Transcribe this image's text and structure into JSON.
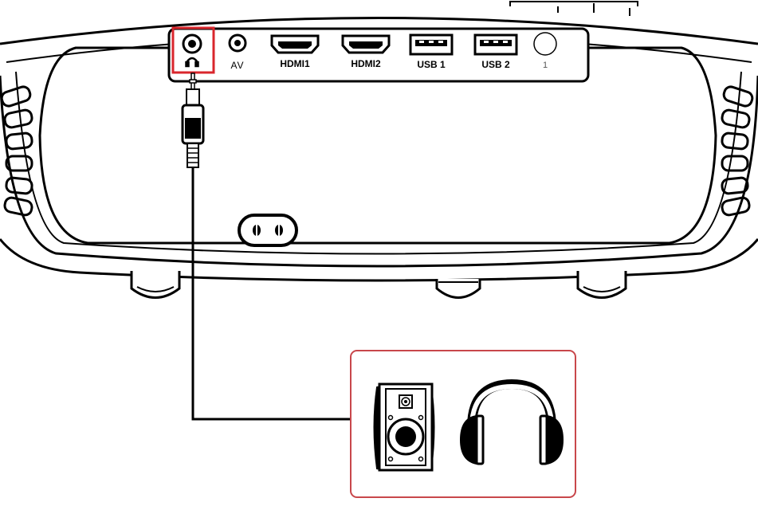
{
  "figure": {
    "ports": [
      {
        "id": "audio-out",
        "label": "",
        "icon": "headphone-glyph",
        "highlighted": true
      },
      {
        "id": "av",
        "label": "AV"
      },
      {
        "id": "hdmi1",
        "label": "HDMI1"
      },
      {
        "id": "hdmi2",
        "label": "HDMI2"
      },
      {
        "id": "usb1",
        "label": "USB 1"
      },
      {
        "id": "usb2",
        "label": "USB 2"
      },
      {
        "id": "ir-receiver",
        "label": "1"
      }
    ],
    "power_inlet": {
      "icon": "power-inlet-icon"
    },
    "destinations": [
      {
        "id": "speaker",
        "icon": "speaker-icon"
      },
      {
        "id": "headphones",
        "icon": "headphones-icon"
      }
    ],
    "colors": {
      "highlight": "#d9262c",
      "callout_border": "#c8474b",
      "line": "#000000",
      "background": "#ffffff"
    }
  }
}
